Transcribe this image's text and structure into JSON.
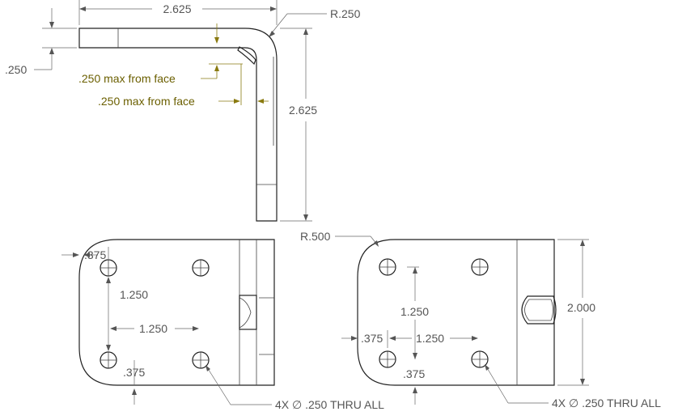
{
  "side_view": {
    "width_dim": "2.625",
    "height_dim": "2.625",
    "radius": "R.250",
    "thickness": ".250",
    "note_vertical": ".250 max from face",
    "note_horizontal": ".250 max from face"
  },
  "front_left": {
    "edge_offset": ".375",
    "vertical_spacing": "1.250",
    "horizontal_spacing": "1.250",
    "bottom_offset": ".375",
    "hole_callout": "4X ∅ .250 THRU ALL"
  },
  "front_right": {
    "corner_radius": "R.500",
    "height_dim": "2.000",
    "vertical_spacing": "1.250",
    "edge_offset": ".375",
    "horizontal_spacing": "1.250",
    "bottom_offset": ".375",
    "hole_callout": "4X ∅ .250 THRU ALL"
  }
}
